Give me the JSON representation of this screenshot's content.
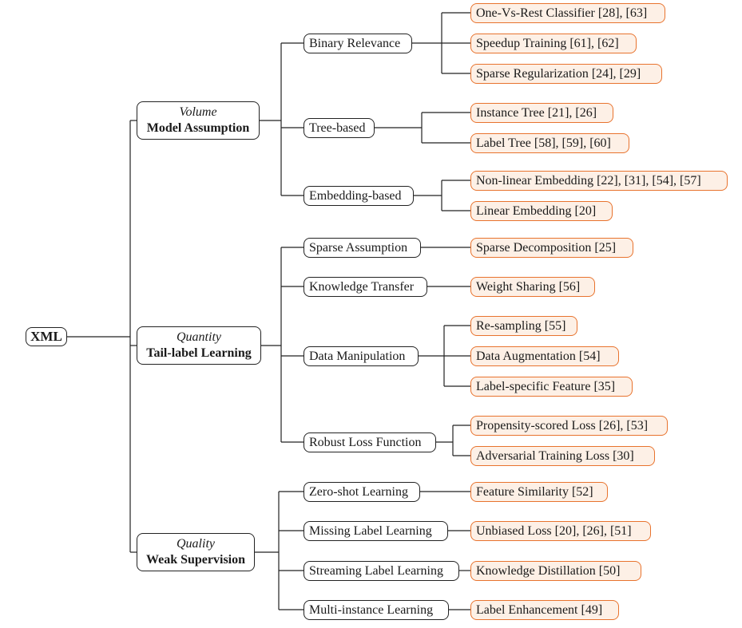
{
  "root": {
    "label": "XML"
  },
  "categories": [
    {
      "subtitle": "Volume",
      "title": "Model Assumption",
      "methods": [
        {
          "label": "Binary Relevance",
          "leaves": [
            "One-Vs-Rest Classifier [28], [63]",
            "Speedup Training [61], [62]",
            "Sparse Regularization [24], [29]"
          ]
        },
        {
          "label": "Tree-based",
          "leaves": [
            "Instance Tree [21], [26]",
            "Label Tree [58], [59], [60]"
          ]
        },
        {
          "label": "Embedding-based",
          "leaves": [
            "Non-linear Embedding [22], [31], [54], [57]",
            "Linear Embedding [20]"
          ]
        }
      ]
    },
    {
      "subtitle": "Quantity",
      "title": "Tail-label Learning",
      "methods": [
        {
          "label": "Sparse Assumption",
          "leaves": [
            "Sparse Decomposition [25]"
          ]
        },
        {
          "label": "Knowledge Transfer",
          "leaves": [
            "Weight Sharing [56]"
          ]
        },
        {
          "label": "Data Manipulation",
          "leaves": [
            "Re-sampling [55]",
            "Data Augmentation [54]",
            "Label-specific Feature [35]"
          ]
        },
        {
          "label": "Robust Loss Function",
          "leaves": [
            "Propensity-scored Loss [26], [53]",
            "Adversarial Training Loss [30]"
          ]
        }
      ]
    },
    {
      "subtitle": "Quality",
      "title": "Weak Supervision",
      "methods": [
        {
          "label": "Zero-shot Learning",
          "leaves": [
            "Feature Similarity [52]"
          ]
        },
        {
          "label": "Missing Label Learning",
          "leaves": [
            "Unbiased Loss [20], [26], [51]"
          ]
        },
        {
          "label": "Streaming Label Learning",
          "leaves": [
            "Knowledge Distillation [50]"
          ]
        },
        {
          "label": "Multi-instance Learning",
          "leaves": [
            "Label Enhancement [49]"
          ]
        }
      ]
    }
  ],
  "colors": {
    "line": "#222222",
    "leaf_border": "#e8732e",
    "leaf_fill": "#fdf0e6"
  }
}
